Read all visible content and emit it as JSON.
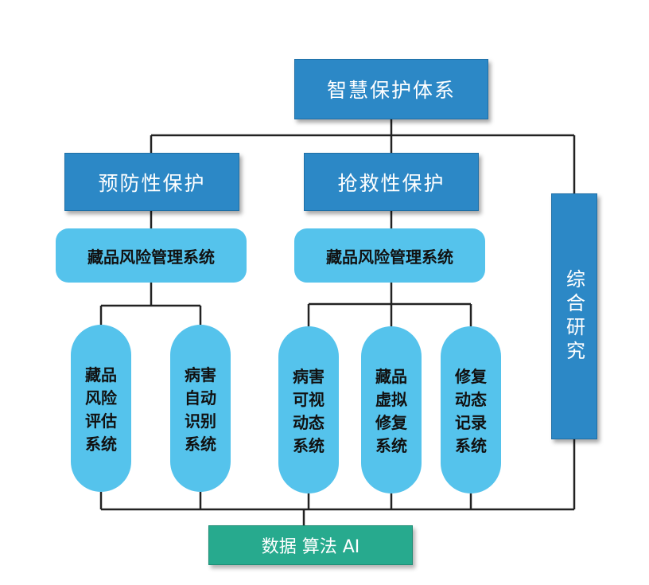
{
  "top": {
    "title": "智慧保护体系"
  },
  "branches": [
    {
      "title": "预防性保护",
      "system": "藏品风险管理系统"
    },
    {
      "title": "抢救性保护",
      "system": "藏品风险管理系统"
    }
  ],
  "side": {
    "title": "综合研究"
  },
  "pills": [
    {
      "label": "藏品风险评估系统"
    },
    {
      "label": "病害自动识别系统"
    },
    {
      "label": "病害可视动态系统"
    },
    {
      "label": "藏品虚拟修复系统"
    },
    {
      "label": "修复动态记录系统"
    }
  ],
  "bottom": {
    "label": "数据 算法 AI"
  }
}
